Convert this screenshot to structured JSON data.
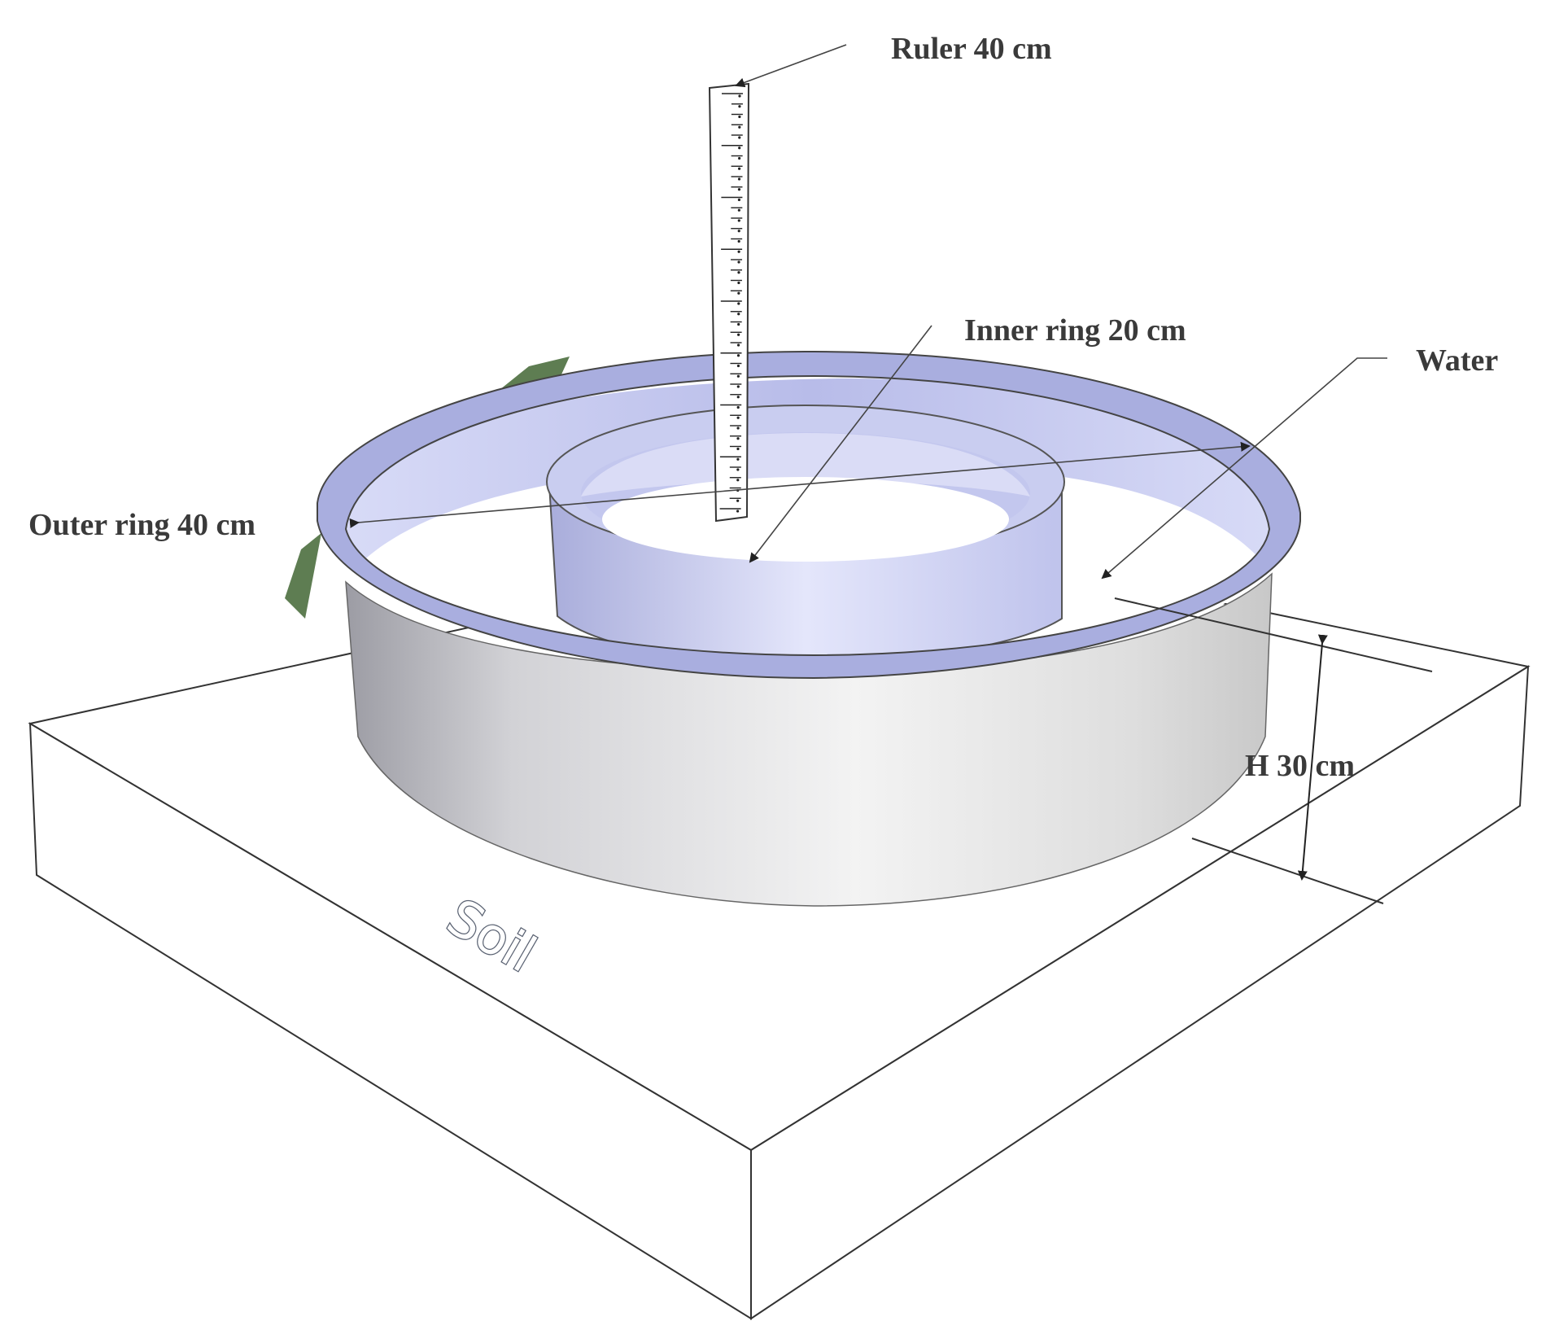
{
  "diagram": {
    "labels": {
      "ruler": "Ruler 40 cm",
      "inner_ring": "Inner ring 20 cm",
      "water": "Water",
      "outer_ring": "Outer ring 40 cm",
      "height": "H 30 cm",
      "soil": "Soil"
    },
    "colors": {
      "ring_fill": "#c9cdf0",
      "ring_rim": "#a9aedf",
      "outer_wall": "#d9d9d9",
      "grass": "#5e7d52",
      "soil_box": "#ffffff"
    }
  }
}
